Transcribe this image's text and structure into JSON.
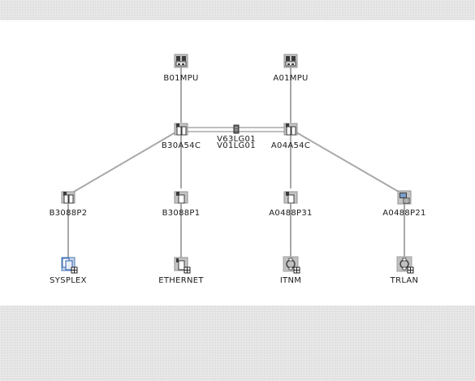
{
  "nodes": {
    "b01mpu": {
      "label": "B01MPU",
      "icon": "mainframe-processor-icon"
    },
    "a01mpu": {
      "label": "A01MPU",
      "icon": "mainframe-processor-icon"
    },
    "b30a54c": {
      "label": "B30A54C",
      "icon": "communications-controller-icon"
    },
    "a04a54c": {
      "label": "A04A54C",
      "icon": "communications-controller-icon"
    },
    "b3088p2": {
      "label": "B3088P2",
      "icon": "controller-icon"
    },
    "b3088p1": {
      "label": "B3088P1",
      "icon": "controller-icon"
    },
    "a0488p31": {
      "label": "A0488P31",
      "icon": "controller-icon"
    },
    "a0488p21": {
      "label": "A0488P21",
      "icon": "workstation-controller-icon"
    },
    "sysplex": {
      "label": "SYSPLEX",
      "icon": "sysplex-group-icon"
    },
    "ethernet": {
      "label": "ETHERNET",
      "icon": "ethernet-segment-icon"
    },
    "itnm": {
      "label": "ITNM",
      "icon": "ring-network-icon"
    },
    "trlan": {
      "label": "TRLAN",
      "icon": "token-ring-lan-icon"
    }
  },
  "links": {
    "v63lg01": {
      "label": "V63LG01",
      "icon": "link-station-icon"
    },
    "v01lg01": {
      "label": "V01LG01"
    }
  },
  "colors": {
    "link": "#a8a8a8",
    "icon_box": "#c0c0c0",
    "icon_dark": "#3a3a3a",
    "sysplex_blue": "#4a78b8",
    "canvas": "#ffffff",
    "band": "#d8d8d8"
  }
}
